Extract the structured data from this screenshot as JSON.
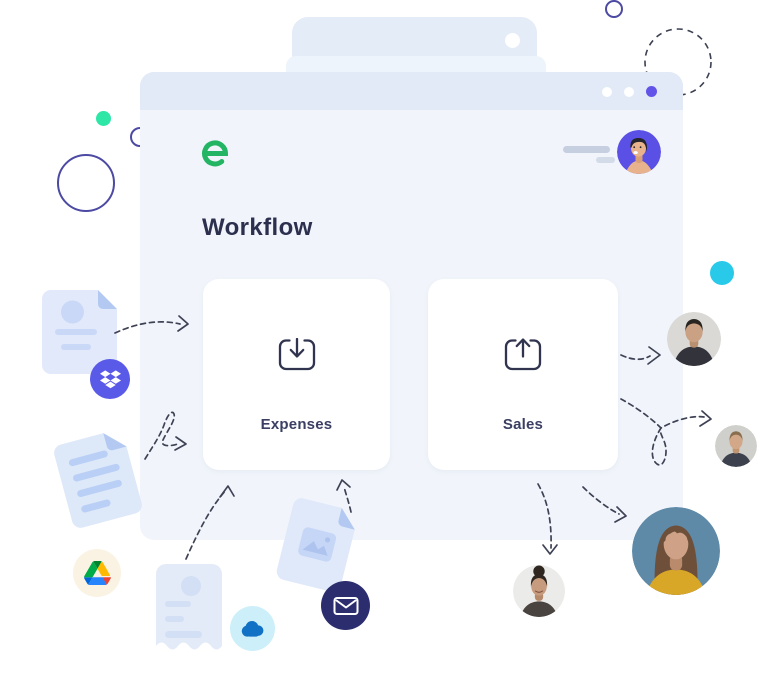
{
  "window": {
    "title": "Workflow",
    "logo": {
      "icon": "expensify-e-logo",
      "letter": "e",
      "color": "#24b564"
    },
    "traffic_dots": {
      "count": 3,
      "colors": [
        "#ffffff",
        "#ffffff",
        "#6254e8"
      ]
    },
    "header": {
      "menu_placeholder": "two-line-text-placeholder",
      "user_avatar": "cartoon-man-on-purple"
    }
  },
  "cards": [
    {
      "label": "Expenses",
      "icon": "download-tray-icon"
    },
    {
      "label": "Sales",
      "icon": "upload-tray-icon"
    }
  ],
  "integration_badges": [
    {
      "name": "dropbox",
      "icon": "dropbox-icon",
      "bg": "#5a5ae8"
    },
    {
      "name": "google-drive",
      "icon": "google-drive-icon",
      "bg": "#faf3e4"
    },
    {
      "name": "onedrive",
      "icon": "onedrive-cloud-icon",
      "bg": "#cdeffa"
    },
    {
      "name": "mail",
      "icon": "mail-envelope-icon",
      "bg": "#2c2d6e"
    }
  ],
  "documents": [
    "document-with-avatar-lines",
    "tilted-text-document",
    "photo-document",
    "receipt-with-torn-edge"
  ],
  "people_avatars": [
    "man-dark-shirt",
    "man-light-hair",
    "woman-yellow-shirt-teal-bg",
    "woman-hair-bun"
  ],
  "decorations": {
    "mint_dot": "#2ee6a6",
    "cyan_dot": "#29c9ea",
    "ring_color": "#4c4aa2",
    "dashed_stroke": "#3e4254",
    "window_header": "#e2eaf7",
    "window_body": "#f1f5fb"
  }
}
